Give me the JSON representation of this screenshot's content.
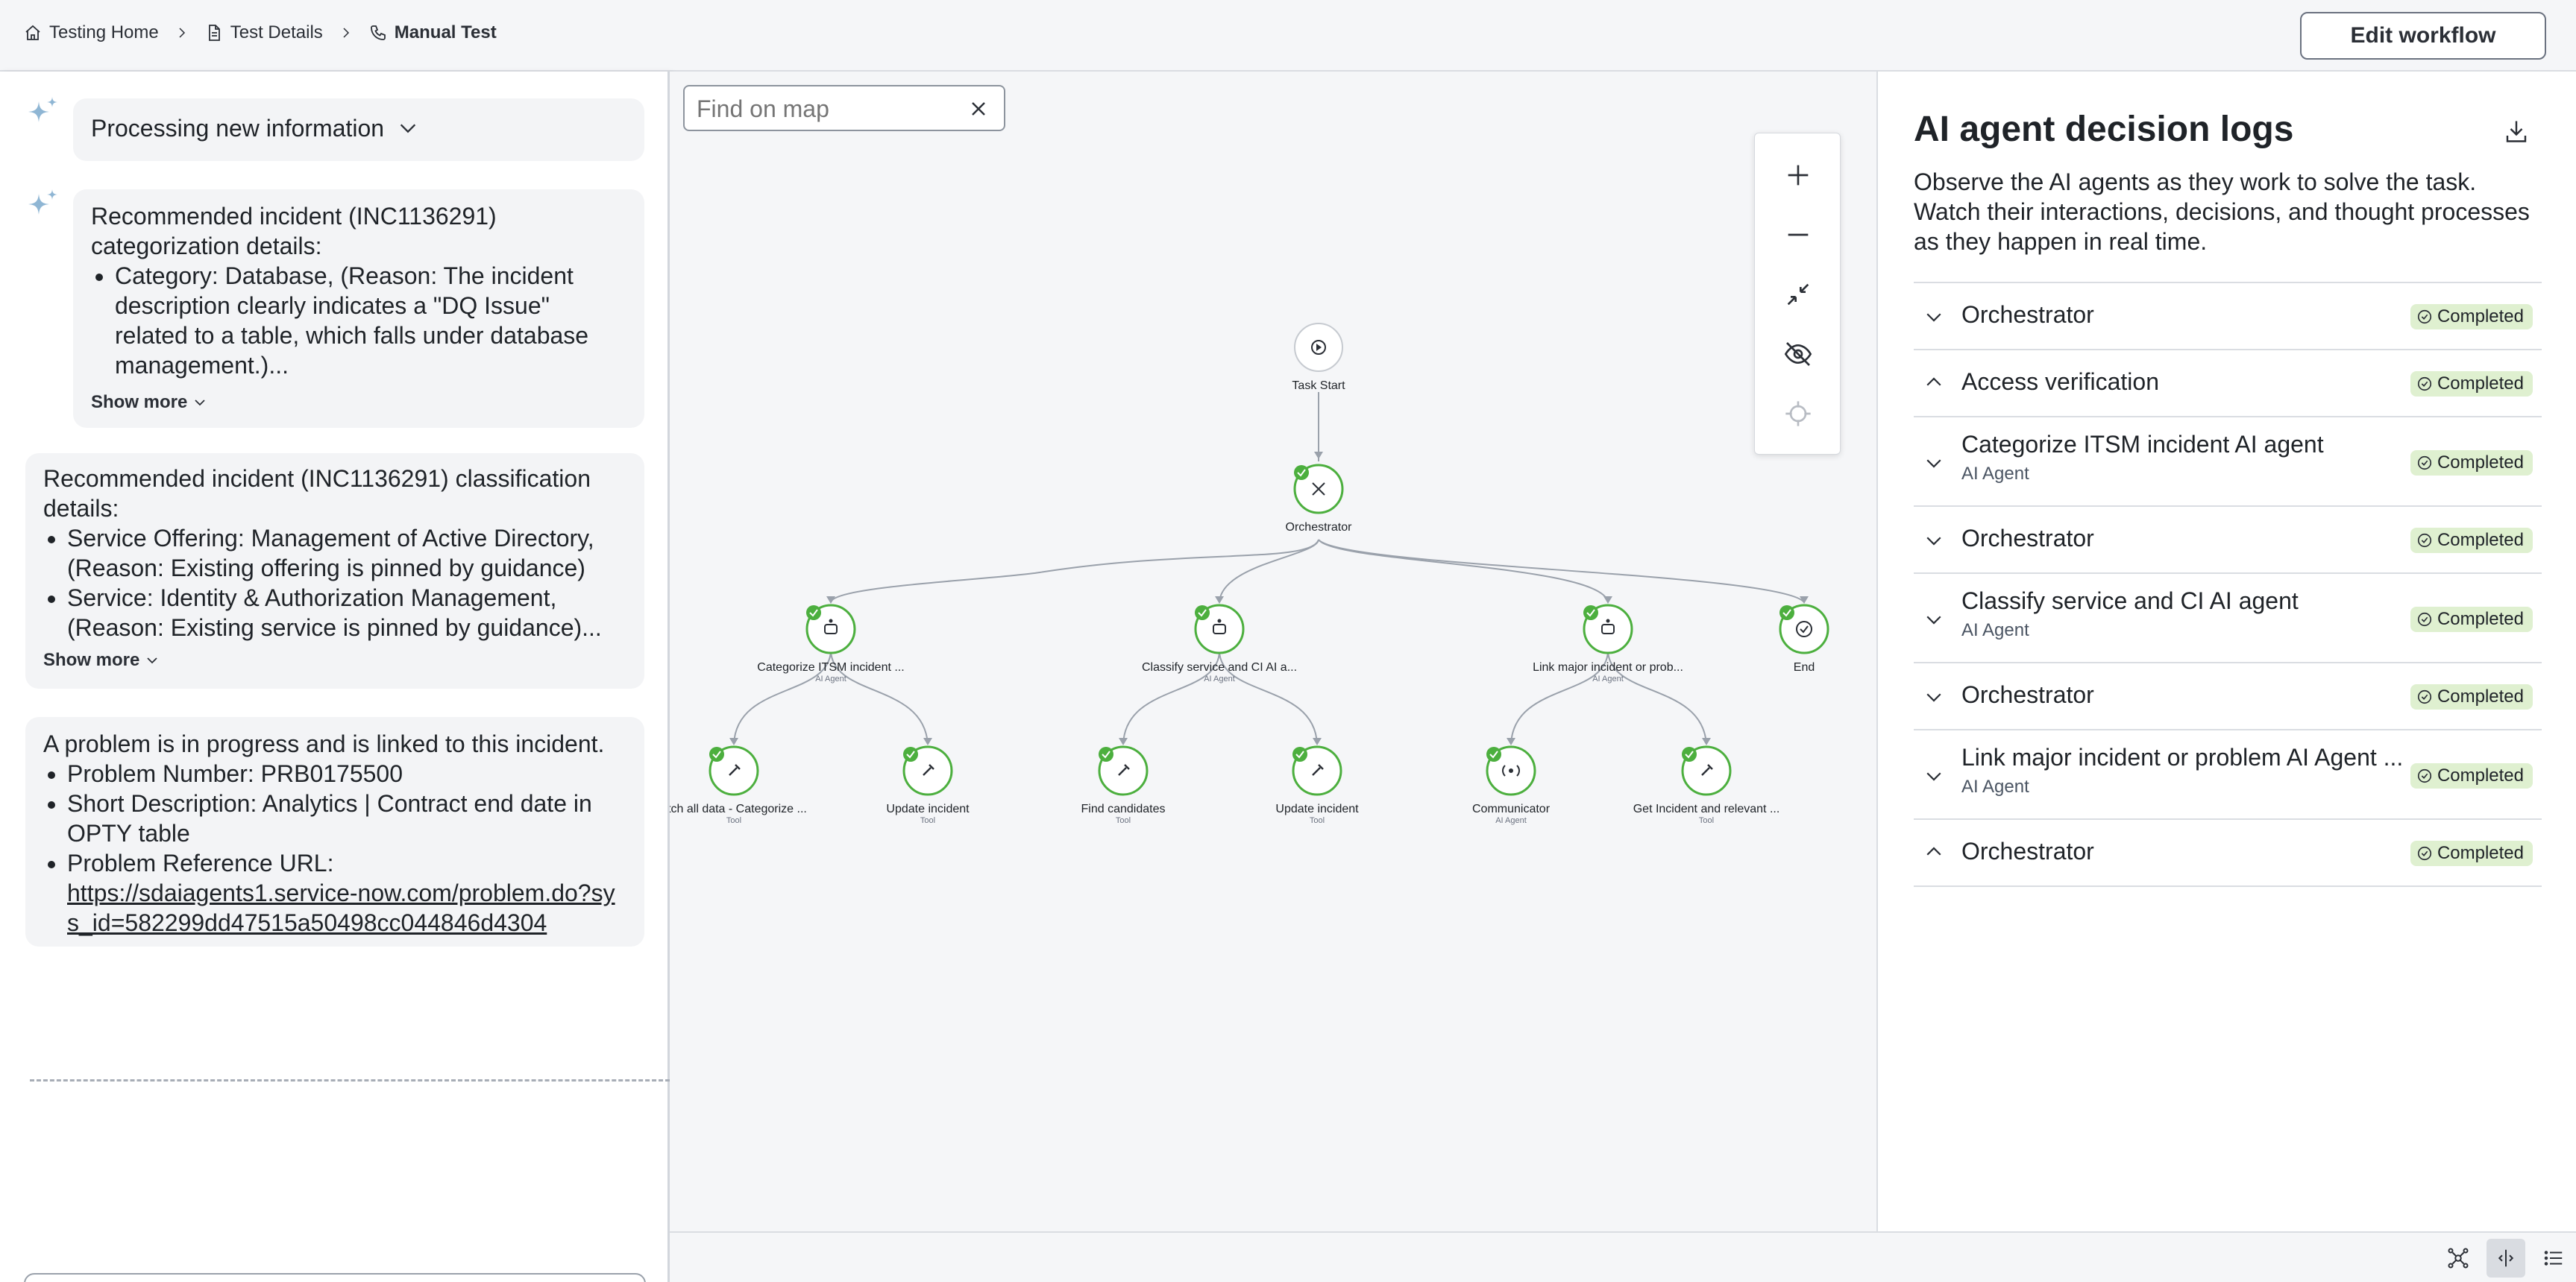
{
  "header": {
    "breadcrumbs": [
      {
        "label": "Testing Home",
        "icon": "home-icon"
      },
      {
        "label": "Test Details",
        "icon": "document-icon"
      },
      {
        "label": "Manual Test",
        "icon": "phone-icon"
      }
    ],
    "edit_workflow_label": "Edit workflow"
  },
  "chat": {
    "processing_label": "Processing new information",
    "messages": [
      {
        "intro": "Recommended incident (INC1136291) categorization details:",
        "bullets": [
          "Category: Database, (Reason: The incident description clearly indicates a \"DQ Issue\" related to a table, which falls under database management.)..."
        ],
        "show_more": "Show more"
      },
      {
        "intro": "Recommended incident (INC1136291) classification details:",
        "bullets": [
          "Service Offering: Management of Active Directory, (Reason: Existing offering is pinned by guidance)",
          "Service: Identity & Authorization Management, (Reason: Existing service is pinned by guidance)..."
        ],
        "show_more": "Show more"
      },
      {
        "intro": "A problem is in progress and is linked to this incident.",
        "bullets": [
          "Problem Number: PRB0175500",
          "Short Description: Analytics | Contract end date in OPTY table",
          "Problem Reference URL:"
        ],
        "link": "https://sdaiagents1.service-now.com/problem.do?sys_id=582299dd47515a50498cc044846d4304"
      }
    ],
    "input_value": ""
  },
  "map": {
    "find_placeholder": "Find on map",
    "nodes": {
      "task_start": {
        "label": "Task Start"
      },
      "orchestrator": {
        "label": "Orchestrator"
      },
      "agent1": {
        "label": "Categorize ITSM incident ...",
        "sub": "AI Agent"
      },
      "agent2": {
        "label": "Classify service and CI AI a...",
        "sub": "AI Agent"
      },
      "agent3": {
        "label": "Link major incident or prob...",
        "sub": "AI Agent"
      },
      "end": {
        "label": "End"
      },
      "tool1": {
        "label": "etch all data - Categorize ...",
        "sub": "Tool"
      },
      "tool2": {
        "label": "Update incident",
        "sub": "Tool"
      },
      "tool3": {
        "label": "Find candidates",
        "sub": "Tool"
      },
      "tool4": {
        "label": "Update incident",
        "sub": "Tool"
      },
      "tool5": {
        "label": "Communicator",
        "sub": "AI Agent"
      },
      "tool6": {
        "label": "Get Incident and relevant ...",
        "sub": "Tool"
      }
    }
  },
  "logs": {
    "title": "AI agent decision logs",
    "description": "Observe the AI agents as they work to solve the task. Watch their interactions, decisions, and thought processes as they happen in real time.",
    "items": [
      {
        "name": "Orchestrator",
        "sub": "",
        "status": "Completed",
        "expanded": false
      },
      {
        "name": "Access verification",
        "sub": "",
        "status": "Completed",
        "expanded": true
      },
      {
        "name": "Categorize ITSM incident AI agent",
        "sub": "AI Agent",
        "status": "Completed",
        "expanded": false
      },
      {
        "name": "Orchestrator",
        "sub": "",
        "status": "Completed",
        "expanded": false
      },
      {
        "name": "Classify service and CI AI agent",
        "sub": "AI Agent",
        "status": "Completed",
        "expanded": false
      },
      {
        "name": "Orchestrator",
        "sub": "",
        "status": "Completed",
        "expanded": false
      },
      {
        "name": "Link major incident or problem AI Agent ...",
        "sub": "AI Agent",
        "status": "Completed",
        "expanded": false
      },
      {
        "name": "Orchestrator",
        "sub": "",
        "status": "Completed",
        "expanded": true
      }
    ]
  },
  "colors": {
    "success_green": "#4caf3e",
    "badge_bg": "#dff0d0",
    "accent_blue": "#2f6f9f"
  }
}
